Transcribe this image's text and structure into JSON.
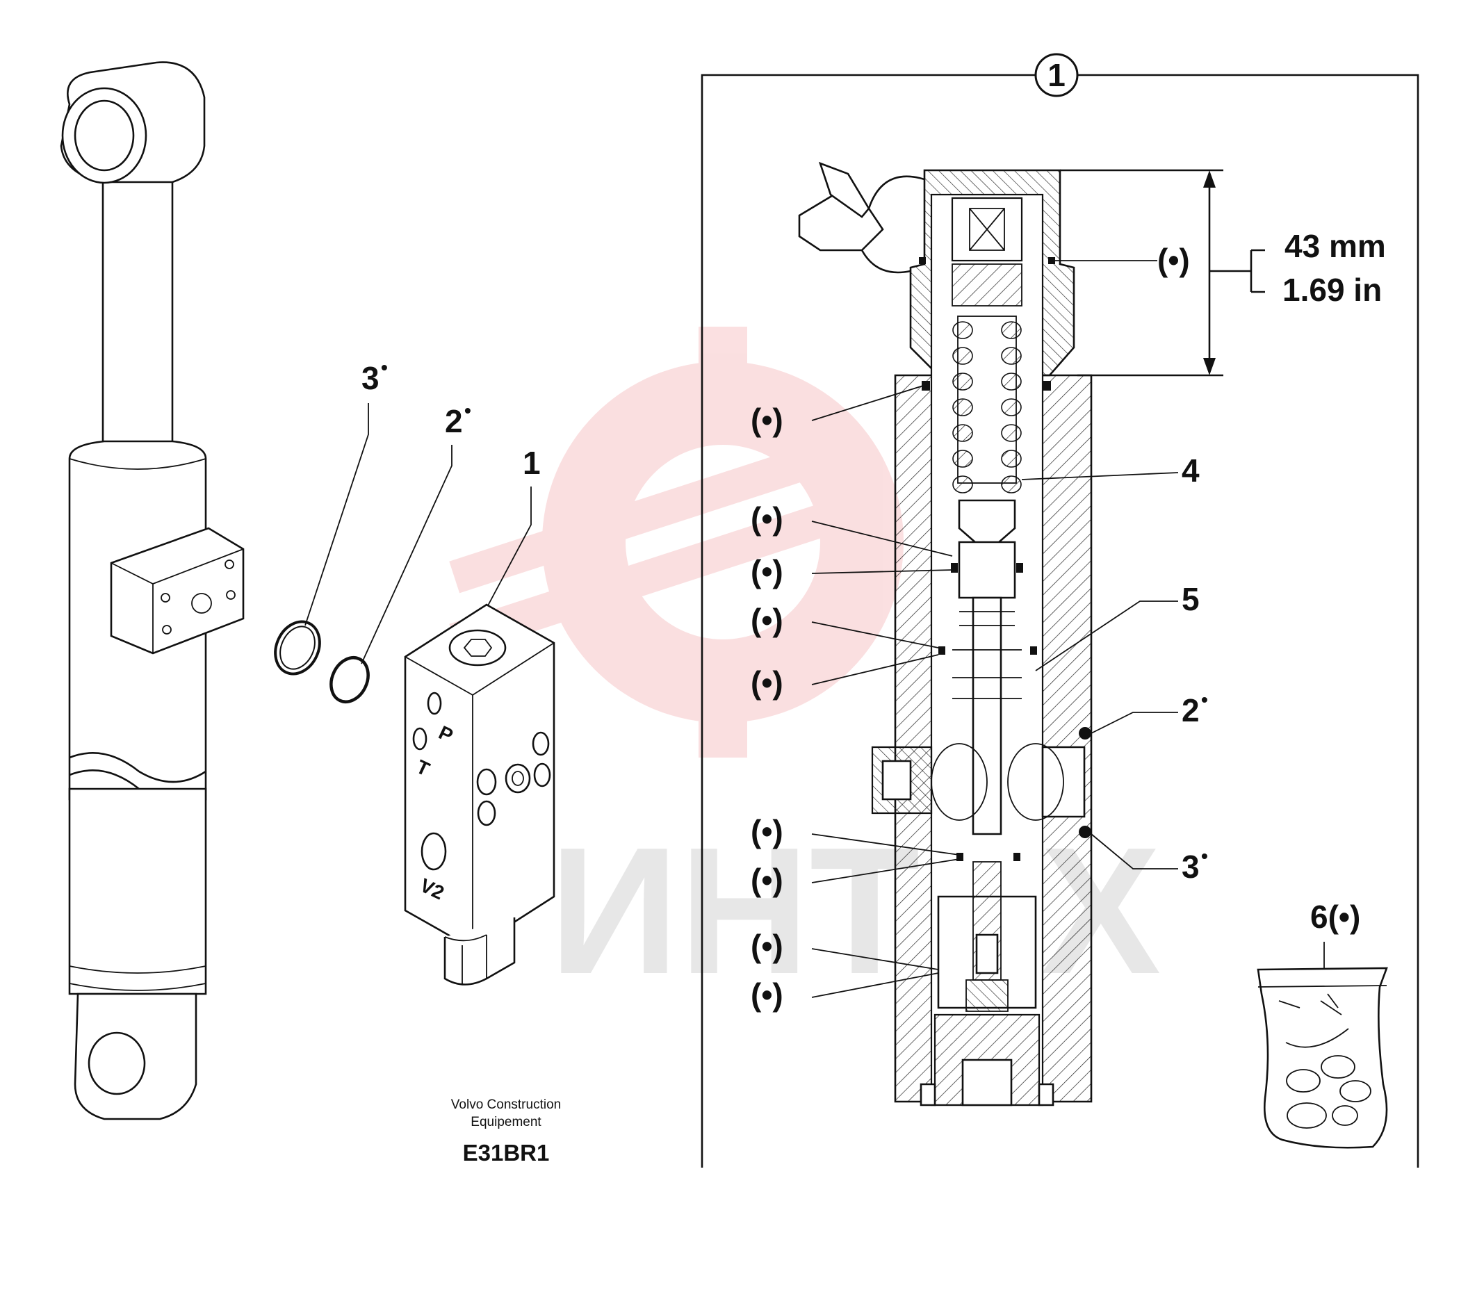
{
  "detail_box": {
    "badge": "1"
  },
  "callouts": {
    "cylinder_oring_3": {
      "number": "3",
      "mark": "•"
    },
    "cylinder_oring_2": {
      "number": "2",
      "mark": "•"
    },
    "valve_block": "1",
    "item_4": "4",
    "item_5": "5",
    "item_2": {
      "number": "2",
      "mark": "•"
    },
    "item_3": {
      "number": "3",
      "mark": "•"
    },
    "kit_6": "6(•)",
    "kit_part": "(•)"
  },
  "dimension": {
    "metric": "43 mm",
    "imperial": "1.69 in"
  },
  "ports": {
    "p": "P",
    "t": "T",
    "v2": "V2"
  },
  "caption": {
    "maker_line1": "Volvo Construction",
    "maker_line2": "Equipement",
    "code": "E31BR1"
  },
  "watermark": {
    "text": "ИНТЕХ",
    "color": "#e0131a"
  }
}
